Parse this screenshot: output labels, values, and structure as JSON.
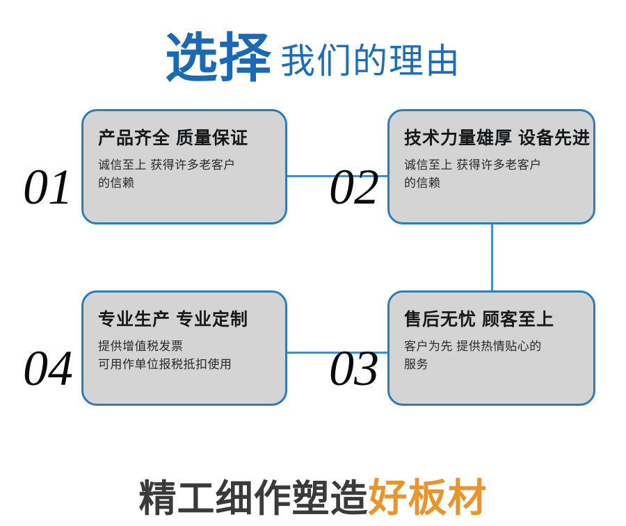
{
  "colors": {
    "title_strong": "#1c69b3",
    "title_light": "#1f6dba",
    "card_border": "#2b7cb8",
    "card_fill": "#d4d4d4",
    "connector": "#3f90cc",
    "number": "#0a0a0a",
    "footer_dark": "#3a3a3c",
    "footer_accent": "#e8952e",
    "background": "#ffffff"
  },
  "header": {
    "strong": "选择",
    "light": "我们的理由"
  },
  "cards": [
    {
      "number": "01",
      "title": "产品齐全 质量保证",
      "body_lines": [
        "诚信至上 获得许多老客户",
        "的信赖"
      ]
    },
    {
      "number": "02",
      "title": "技术力量雄厚 设备先进",
      "body_lines": [
        "诚信至上 获得许多老客户",
        "的信赖"
      ]
    },
    {
      "number": "03",
      "title": "售后无忧 顾客至上",
      "body_lines": [
        "客户为先 提供热情贴心的",
        "服务"
      ]
    },
    {
      "number": "04",
      "title": "专业生产 专业定制",
      "body_lines": [
        "提供增值税发票",
        "可用作单位报税抵扣使用"
      ]
    }
  ],
  "footer": {
    "dark": "精工细作塑造",
    "accent": "好板材"
  }
}
